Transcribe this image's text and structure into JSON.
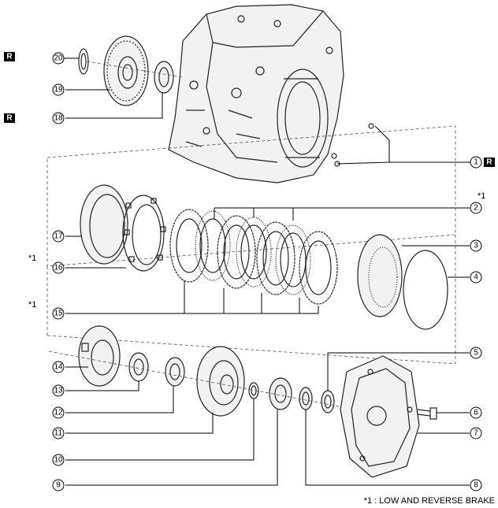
{
  "replace_badge": "R",
  "note_marker": "*1",
  "footnote": "*1 : LOW AND REVERSE BRAKE",
  "callouts": [
    "1",
    "2",
    "3",
    "4",
    "5",
    "6",
    "7",
    "8",
    "9",
    "10",
    "11",
    "12",
    "13",
    "14",
    "15",
    "16",
    "17",
    "18",
    "19",
    "20"
  ]
}
